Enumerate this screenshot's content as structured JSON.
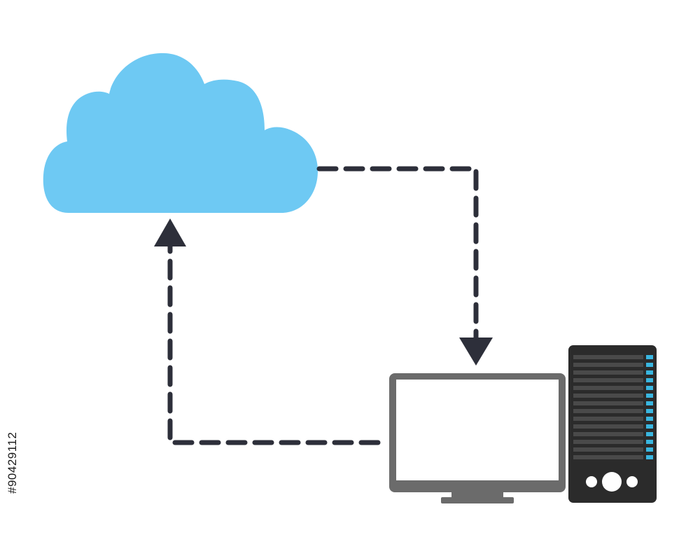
{
  "diagram": {
    "nodes": [
      {
        "id": "cloud",
        "icon": "cloud-icon"
      },
      {
        "id": "monitor",
        "icon": "monitor-icon"
      },
      {
        "id": "tower",
        "icon": "server-tower-icon"
      }
    ],
    "edges": [
      {
        "from": "cloud",
        "to": "monitor",
        "style": "dashed",
        "arrow": "end"
      },
      {
        "from": "monitor",
        "to": "cloud",
        "style": "dashed",
        "arrow": "end"
      }
    ]
  },
  "colors": {
    "cloud": "#6ec9f3",
    "connector": "#2d2f3a",
    "monitor_frame": "#6b6b6b",
    "monitor_screen": "#ffffff",
    "tower_body": "#2b2b2b",
    "tower_slot": "#4a4a4a",
    "tower_led": "#39b6e0",
    "tower_button": "#ffffff"
  },
  "watermark": {
    "stock_id": "#90429112"
  }
}
